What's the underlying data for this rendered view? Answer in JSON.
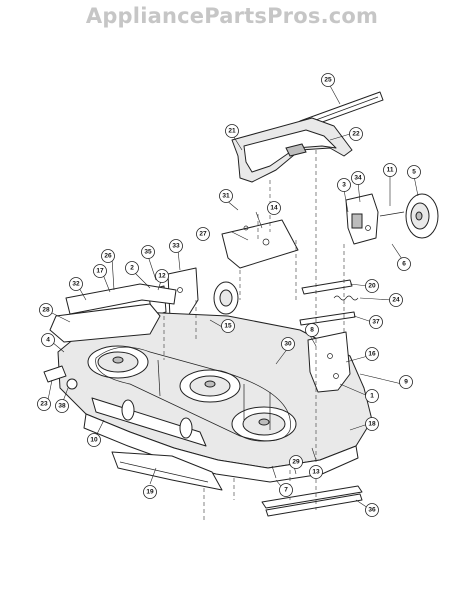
{
  "watermark": "AppliancePartsPros.com",
  "callouts": [
    "1",
    "2",
    "3",
    "4",
    "5",
    "6",
    "7",
    "8",
    "9",
    "10",
    "11",
    "12",
    "13",
    "14",
    "15",
    "16",
    "17",
    "18",
    "19",
    "20",
    "21",
    "22",
    "23",
    "24",
    "25",
    "26",
    "27",
    "28",
    "29",
    "30",
    "31",
    "32",
    "33",
    "34",
    "35",
    "36",
    "37",
    "38"
  ]
}
